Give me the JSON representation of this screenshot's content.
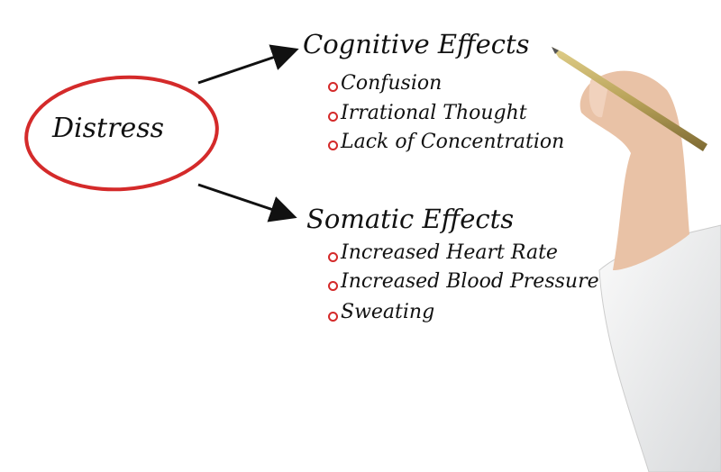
{
  "center": {
    "label": "Distress"
  },
  "branches": [
    {
      "title": "Cognitive Effects",
      "items": [
        "Confusion",
        "Irrational Thought",
        "Lack of Concentration"
      ]
    },
    {
      "title": "Somatic Effects",
      "items": [
        "Increased Heart Rate",
        "Increased Blood Pressure",
        "Sweating"
      ]
    }
  ],
  "colors": {
    "circle": "#d42a2a",
    "text": "#111111",
    "pen": "#b9a35a"
  }
}
